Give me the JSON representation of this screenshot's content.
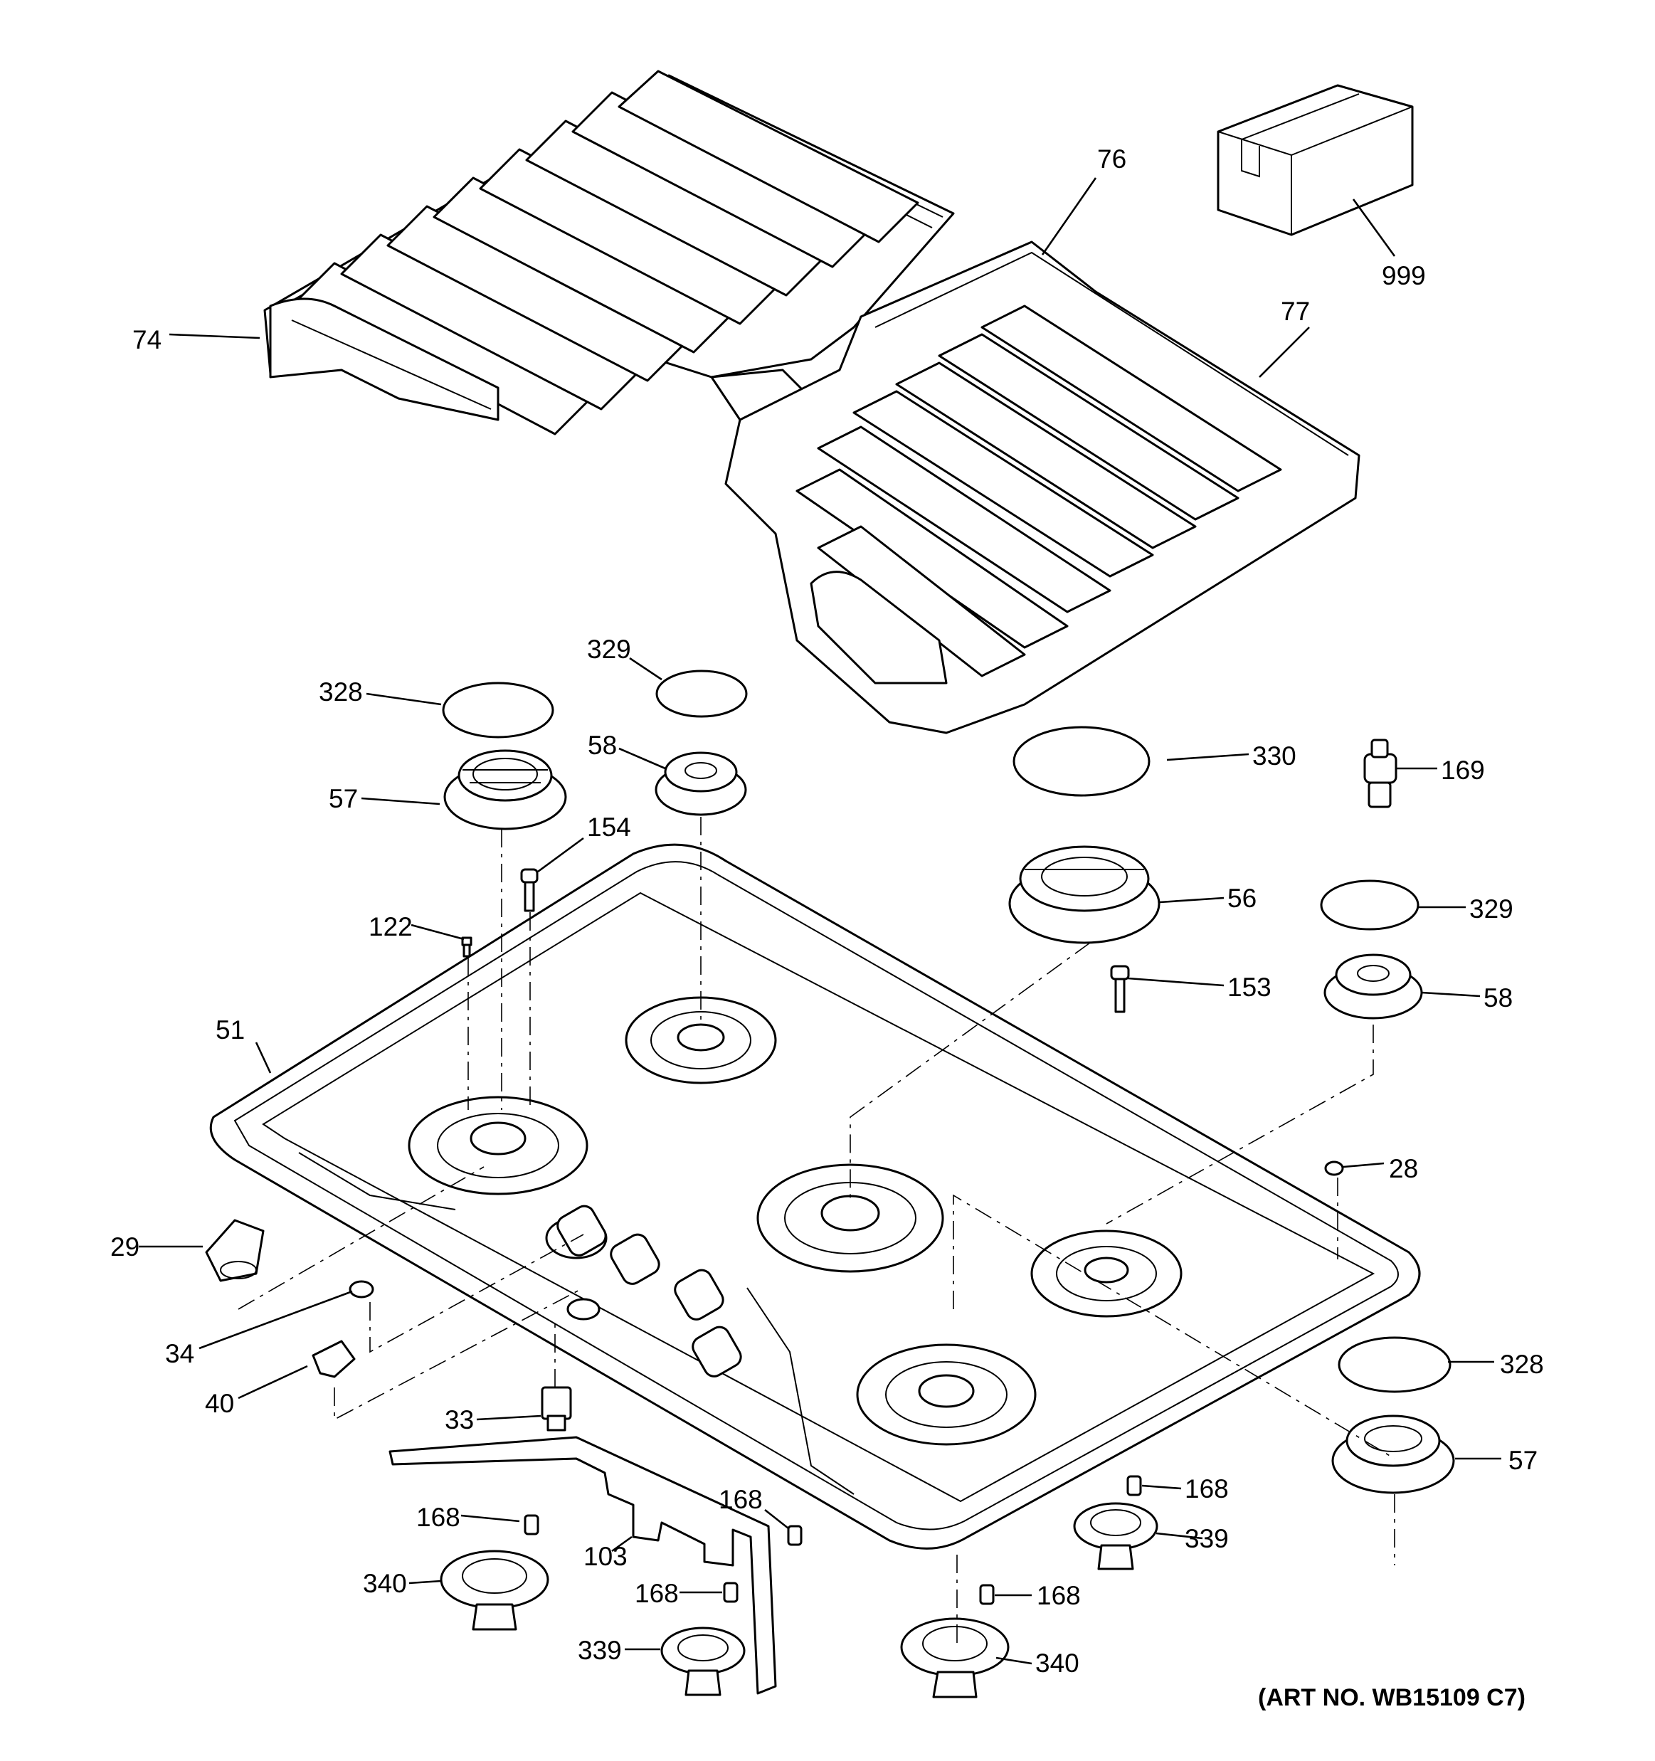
{
  "diagram": {
    "art_number": "(ART NO. WB15109 C7)",
    "callouts": [
      "74",
      "76",
      "77",
      "999",
      "328",
      "329",
      "58",
      "57",
      "154",
      "330",
      "169",
      "56",
      "329",
      "122",
      "153",
      "58",
      "51",
      "28",
      "29",
      "34",
      "40",
      "33",
      "328",
      "57",
      "168",
      "168",
      "103",
      "168",
      "339",
      "340",
      "168",
      "339",
      "168",
      "339",
      "340"
    ]
  }
}
